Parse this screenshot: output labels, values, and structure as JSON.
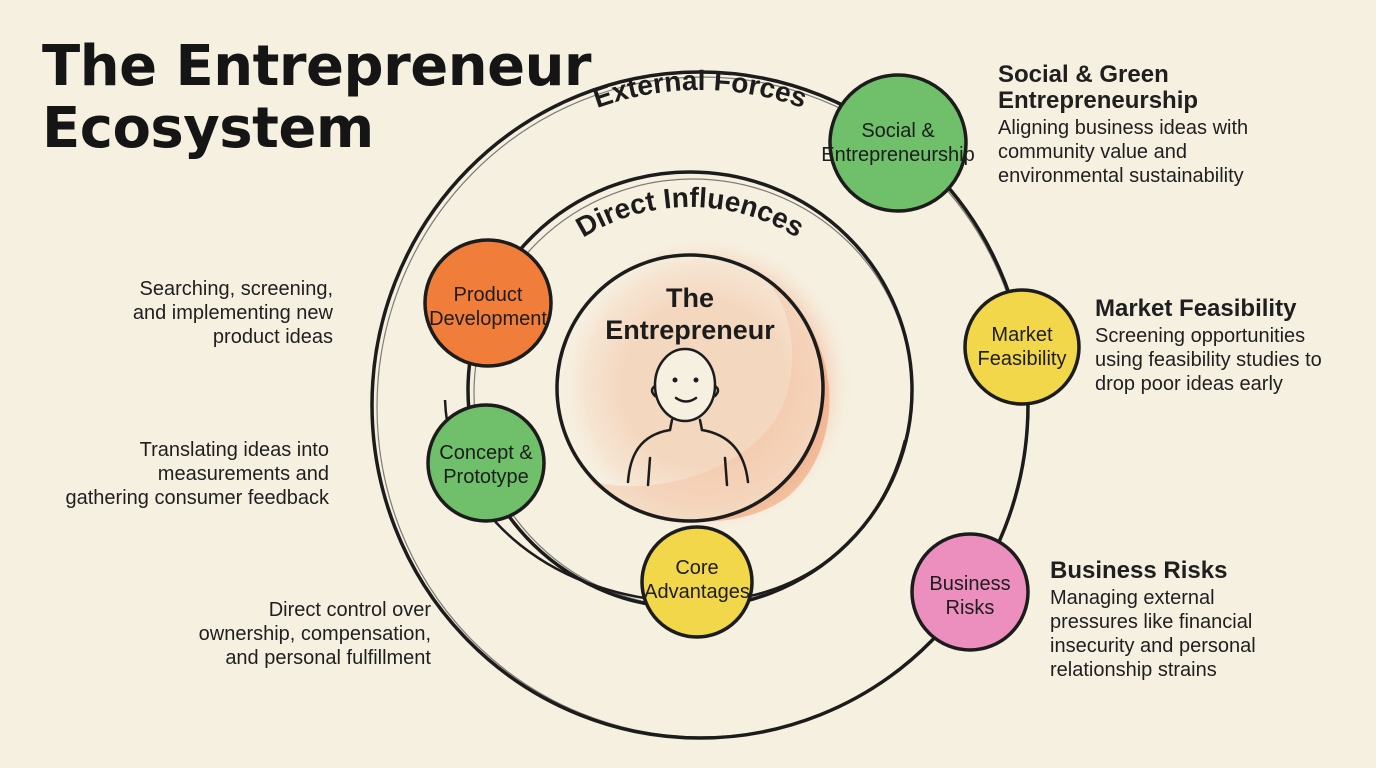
{
  "title": {
    "line1": "The Entrepreneur",
    "line2": "Ecosystem"
  },
  "rings": {
    "outer": "External Forces",
    "middle": "Direct Influences"
  },
  "center": {
    "line1": "The",
    "line2": "Entrepreneur"
  },
  "nodes": {
    "social": {
      "line1": "Social &",
      "line2": "Entrepreneurship",
      "color": "#6fbf6b"
    },
    "market": {
      "line1": "Market",
      "line2": "Feasibility",
      "color": "#f2d74a"
    },
    "risks": {
      "line1": "Business",
      "line2": "Risks",
      "color": "#ec8fbf"
    },
    "product": {
      "line1": "Product",
      "line2": "Development",
      "color": "#f07d3a"
    },
    "concept": {
      "line1": "Concept &",
      "line2": "Prototype",
      "color": "#6fbf6b"
    },
    "core": {
      "line1": "Core",
      "line2": "Advantages",
      "color": "#f2d74a"
    }
  },
  "annotations": {
    "product": [
      "Searching, screening,",
      "and implementing new",
      "product ideas"
    ],
    "concept": [
      "Translating ideas into",
      "measurements and",
      "gathering consumer feedback"
    ],
    "core": [
      "Direct control over",
      "ownership, compensation,",
      "and personal fulfillment"
    ],
    "social": {
      "heading1": "Social & Green",
      "heading2": "Entrepreneurship",
      "lines": [
        "Aligning business ideas with",
        "community value and",
        "environmental sustainability"
      ]
    },
    "market": {
      "heading": "Market Feasibility",
      "lines": [
        "Screening opportunities",
        "using feasibility studies to",
        "drop poor ideas early"
      ]
    },
    "risks": {
      "heading": "Business Risks",
      "lines": [
        "Managing external",
        "pressures like financial",
        "insecurity and personal",
        "relationship strains"
      ]
    }
  },
  "colors": {
    "background": "#f6f0e1",
    "ink": "#1c1c1c",
    "glow": "#ef8a55"
  }
}
